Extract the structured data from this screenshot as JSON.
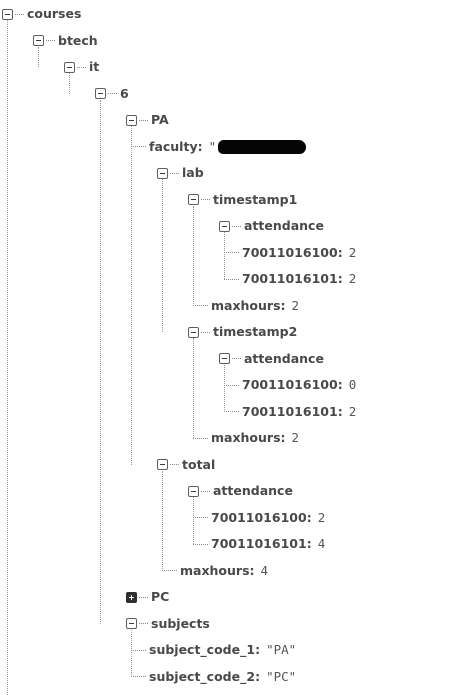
{
  "tree": [
    {
      "key": "courses",
      "depth": 0,
      "type": "node",
      "state": "expanded"
    },
    {
      "key": "btech",
      "depth": 1,
      "type": "node",
      "state": "expanded"
    },
    {
      "key": "it",
      "depth": 2,
      "type": "node",
      "state": "expanded"
    },
    {
      "key": "6",
      "depth": 3,
      "type": "node",
      "state": "expanded"
    },
    {
      "key": "PA",
      "depth": 4,
      "type": "node",
      "state": "expanded"
    },
    {
      "key": "faculty",
      "depth": 5,
      "type": "leaf",
      "value": "\"",
      "redacted": true
    },
    {
      "key": "lab",
      "depth": 5,
      "type": "node",
      "state": "expanded"
    },
    {
      "key": "timestamp1",
      "depth": 6,
      "type": "node",
      "state": "expanded"
    },
    {
      "key": "attendance",
      "depth": 7,
      "type": "node",
      "state": "expanded"
    },
    {
      "key": "70011016100",
      "depth": 8,
      "type": "leaf",
      "value": "2"
    },
    {
      "key": "70011016101",
      "depth": 8,
      "type": "leaf",
      "value": "2"
    },
    {
      "key": "maxhours",
      "depth": 7,
      "type": "leaf",
      "value": "2"
    },
    {
      "key": "timestamp2",
      "depth": 6,
      "type": "node",
      "state": "expanded"
    },
    {
      "key": "attendance",
      "depth": 7,
      "type": "node",
      "state": "expanded"
    },
    {
      "key": "70011016100",
      "depth": 8,
      "type": "leaf",
      "value": "0"
    },
    {
      "key": "70011016101",
      "depth": 8,
      "type": "leaf",
      "value": "2"
    },
    {
      "key": "maxhours",
      "depth": 7,
      "type": "leaf",
      "value": "2"
    },
    {
      "key": "total",
      "depth": 5,
      "type": "node",
      "state": "expanded"
    },
    {
      "key": "attendance",
      "depth": 6,
      "type": "node",
      "state": "expanded"
    },
    {
      "key": "70011016100",
      "depth": 7,
      "type": "leaf",
      "value": "2"
    },
    {
      "key": "70011016101",
      "depth": 7,
      "type": "leaf",
      "value": "4"
    },
    {
      "key": "maxhours",
      "depth": 6,
      "type": "leaf",
      "value": "4"
    },
    {
      "key": "PC",
      "depth": 4,
      "type": "node",
      "state": "collapsed"
    },
    {
      "key": "subjects",
      "depth": 4,
      "type": "node",
      "state": "expanded"
    },
    {
      "key": "subject_code_1",
      "depth": 5,
      "type": "leaf",
      "value": "\"PA\""
    },
    {
      "key": "subject_code_2",
      "depth": 5,
      "type": "leaf",
      "value": "\"PC\""
    }
  ],
  "colors": {
    "key": "#494949",
    "value": "#555555",
    "guide": "#9a9a9a",
    "redaction": "#050505"
  },
  "icons": {
    "expanded": "minus-box-icon",
    "collapsed": "plus-box-icon"
  }
}
